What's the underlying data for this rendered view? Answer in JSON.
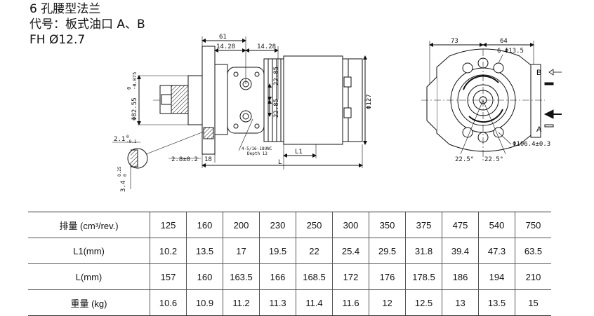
{
  "header": {
    "line1": "6 孔腰型法兰",
    "line2": "代号：板式油口 A、B",
    "line3": "FH Ø12.7"
  },
  "side_view": {
    "dim_61": "61",
    "dim_14_28_a": "14.28",
    "dim_14_28_b": "14.28",
    "dim_22_85_a": "22.85",
    "dim_22_85_b": "22.85",
    "dim_shaft": "Φ82.55",
    "dim_shaft_tol_upper": "0",
    "dim_shaft_tol_lower": "-0.075",
    "dim_127": "Φ127",
    "dim_2_1": "2.1",
    "dim_2_1_tol_upper": "0",
    "dim_2_1_tol_lower": "-0.1",
    "dim_3_4": "3.4",
    "dim_3_4_tol_upper": "0.25",
    "dim_3_4_tol_lower": "0",
    "dim_2_8": "2.8±0.2",
    "dim_18": "18",
    "dim_L1": "L1",
    "dim_L": "L",
    "thread_note": "4-5/16-18UNC",
    "thread_depth": "Depth 13"
  },
  "front_view": {
    "dim_73": "73",
    "dim_64": "64",
    "dim_holes": "6-Φ13.5",
    "dim_pcd": "Φ106.4±0.3",
    "angle_left": "22.5°",
    "angle_right": "22.5°",
    "port_b": "B",
    "port_a": "A"
  },
  "spec_table": {
    "rows": [
      {
        "label": "排量 (cm³/rev.)",
        "values": [
          "125",
          "160",
          "200",
          "230",
          "250",
          "300",
          "350",
          "375",
          "475",
          "540",
          "750"
        ]
      },
      {
        "label": "L1(mm)",
        "values": [
          "10.2",
          "13.5",
          "17",
          "19.5",
          "22",
          "25.4",
          "29.5",
          "31.8",
          "39.4",
          "47.3",
          "63.5"
        ]
      },
      {
        "label": "L(mm)",
        "values": [
          "157",
          "160",
          "163.5",
          "166",
          "168.5",
          "172",
          "176",
          "178.5",
          "186",
          "194",
          "210"
        ]
      },
      {
        "label": "重量 (kg)",
        "values": [
          "10.6",
          "10.9",
          "11.2",
          "11.3",
          "11.4",
          "11.6",
          "12",
          "12.5",
          "13",
          "13.5",
          "15"
        ]
      }
    ]
  }
}
